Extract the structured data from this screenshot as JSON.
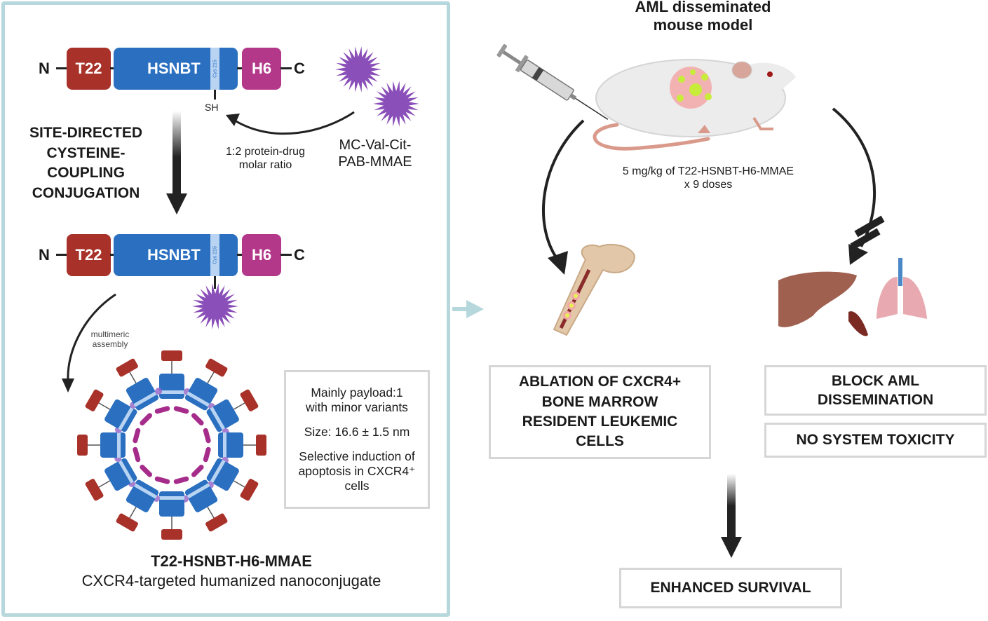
{
  "colors": {
    "panel_border": "#b6d7dc",
    "t22": "#a8322a",
    "hsnbt": "#2a6fc0",
    "cys": "#b8d4f2",
    "h6": "#b3388a",
    "drug": "#8a4fb8",
    "ring_link": "#a52c8a"
  },
  "left": {
    "construct_top": {
      "n_term": "N",
      "c_term": "C",
      "t22": "T22",
      "hsnbt": "HSNBT",
      "cys": "Cys 215",
      "h6": "H6",
      "sh": "SH"
    },
    "conjugation_label": "SITE-DIRECTED\nCYSTEINE-\nCOUPLING\nCONJUGATION",
    "ratio_label": "1:2 protein-drug\nmolar ratio",
    "drug_label": "MC-Val-Cit-\nPAB-MMAE",
    "construct_bottom": {
      "n_term": "N",
      "c_term": "C",
      "t22": "T22",
      "hsnbt": "HSNBT",
      "cys": "Cys 215",
      "h6": "H6"
    },
    "assembly_label": "multimeric\nassembly",
    "info_box": {
      "payload": "Mainly payload:1\nwith minor variants",
      "size": "Size: 16.6 ± 1.5  nm",
      "selectivity": "Selective induction of\napoptosis in CXCR4⁺\ncells"
    },
    "product_name": "T22-HSNBT-H6-MMAE",
    "product_desc": "CXCR4-targeted humanized nanoconjugate"
  },
  "right": {
    "title": "AML disseminated\nmouse model",
    "dose": "5 mg/kg of T22-HSNBT-H6-MMAE\nx 9 doses",
    "ablation": "ABLATION OF CXCR4+\nBONE MARROW\nRESIDENT LEUKEMIC\nCELLS",
    "block": "BLOCK AML\nDISSEMINATION",
    "toxicity": "NO SYSTEM TOXICITY",
    "survival": "ENHANCED SURVIVAL"
  }
}
